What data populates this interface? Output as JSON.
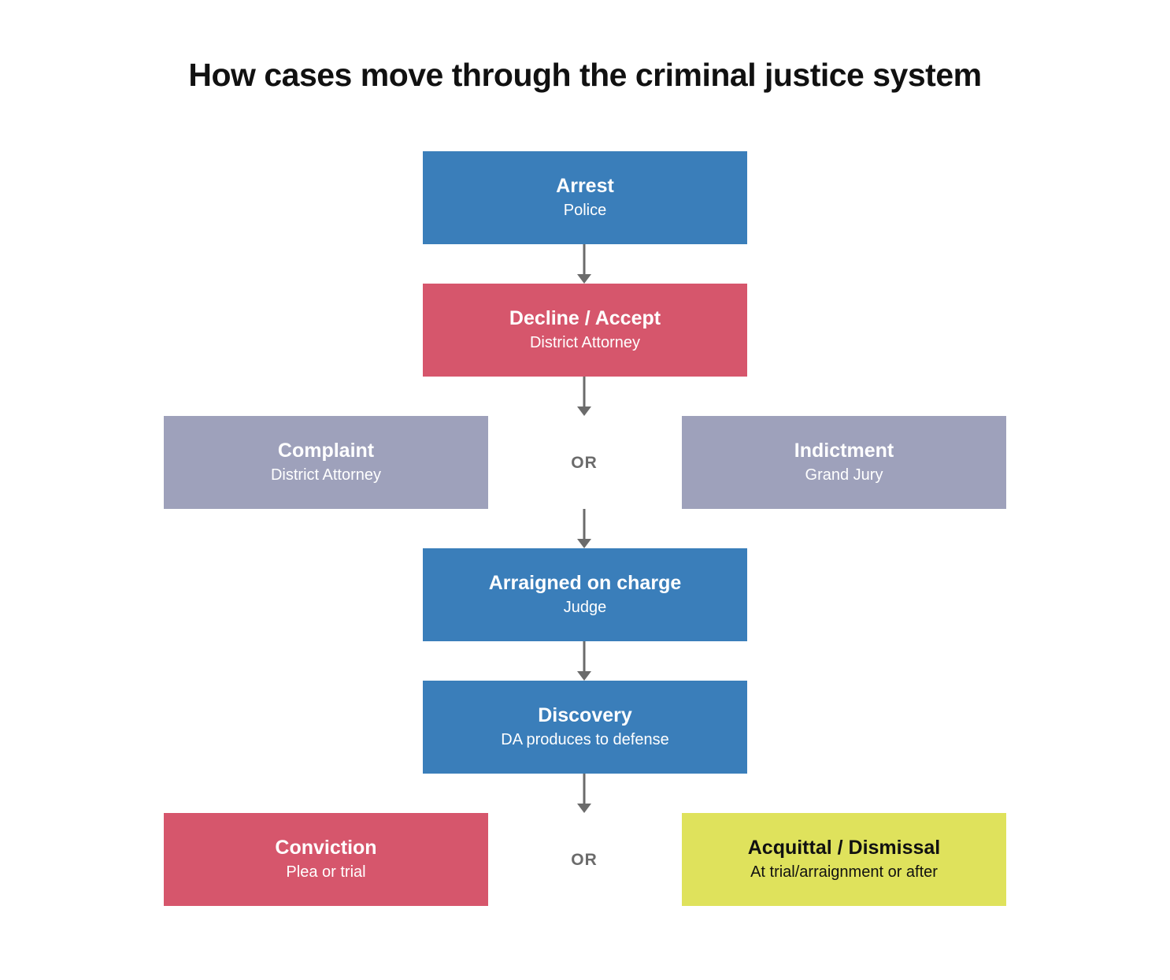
{
  "title": "How cases move through the criminal justice system",
  "colors": {
    "blue": "#3a7eba",
    "red": "#d6566c",
    "gray": "#9ea1bb",
    "yellow": "#dfe25c",
    "arrow": "#6b6b6b"
  },
  "nodes": {
    "arrest": {
      "title": "Arrest",
      "subtitle": "Police"
    },
    "decline_accept": {
      "title": "Decline / Accept",
      "subtitle": "District Attorney"
    },
    "complaint": {
      "title": "Complaint",
      "subtitle": "District Attorney"
    },
    "indictment": {
      "title": "Indictment",
      "subtitle": "Grand Jury"
    },
    "arraigned": {
      "title": "Arraigned on charge",
      "subtitle": "Judge"
    },
    "discovery": {
      "title": "Discovery",
      "subtitle": "DA produces to defense"
    },
    "conviction": {
      "title": "Conviction",
      "subtitle": "Plea or trial"
    },
    "acquittal": {
      "title": "Acquittal / Dismissal",
      "subtitle": "At trial/arraignment or after"
    }
  },
  "or_label": "OR"
}
